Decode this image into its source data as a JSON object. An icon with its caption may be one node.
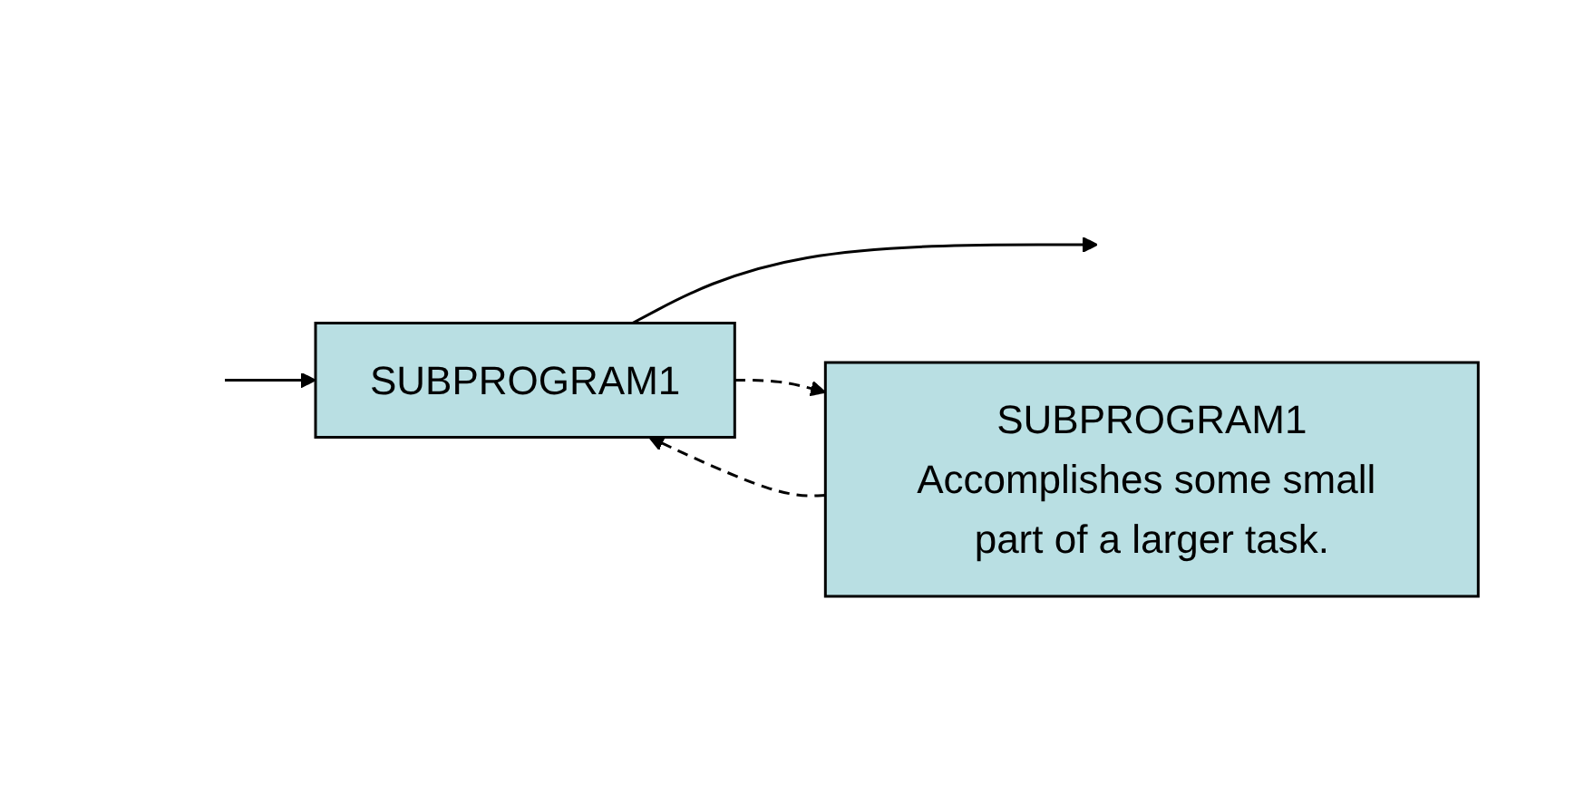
{
  "diagram": {
    "nodes": [
      {
        "text": [
          "SUBPROGRAM1"
        ]
      },
      {
        "text": [
          "SUBPROGRAM1",
          "Accomplishes some small part of a larger task."
        ]
      }
    ],
    "edges": [
      {
        "from": null,
        "to": 0,
        "arrow": "to"
      },
      {
        "from": 0,
        "to": null,
        "arrow": "to"
      },
      {
        "from": 0,
        "to": 1,
        "arrow": "to",
        "style": "dashed"
      },
      {
        "from": 1,
        "to": 0,
        "arrow": "to",
        "style": "dashed"
      }
    ]
  }
}
